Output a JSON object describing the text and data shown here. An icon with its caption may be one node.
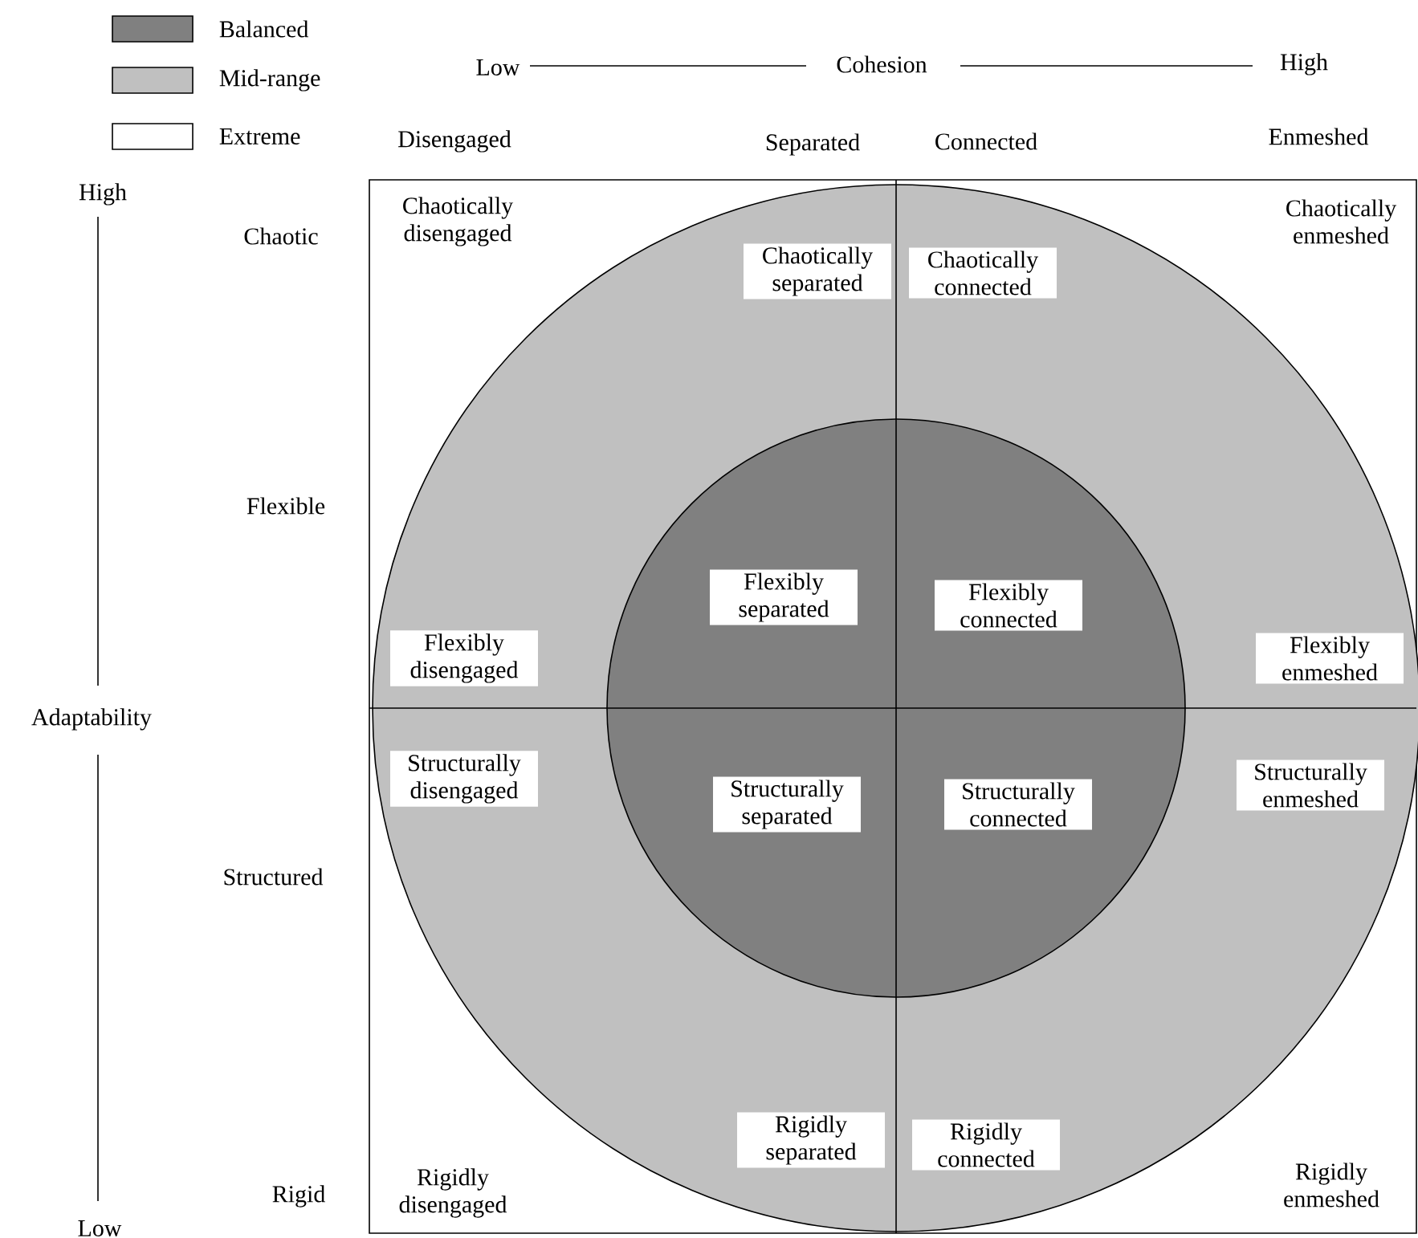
{
  "diagram": {
    "nodes": [
      {
        "text": [
          "Chaotically disengaged"
        ]
      },
      {
        "text": [
          "Chaotically separated"
        ]
      },
      {
        "text": [
          "Chaotically connected"
        ]
      },
      {
        "text": [
          "Chaotically enmeshed"
        ]
      },
      {
        "text": [
          "Flexibly separated"
        ]
      },
      {
        "text": [
          "Flexibly connected"
        ]
      },
      {
        "text": [
          "Flexibly disengaged"
        ]
      },
      {
        "text": [
          "Flexibly enmeshed"
        ]
      },
      {
        "text": [
          "Structurally disengaged"
        ]
      },
      {
        "text": [
          "Structurally separated"
        ]
      },
      {
        "text": [
          "Structurally connected"
        ]
      },
      {
        "text": [
          "Structurally enmeshed"
        ]
      },
      {
        "text": [
          "Rigidly separated"
        ]
      },
      {
        "text": [
          "Rigidly connected"
        ]
      },
      {
        "text": [
          "Rigidly disengaged"
        ]
      },
      {
        "text": [
          "Rigidly enmeshed"
        ]
      }
    ],
    "labels": [
      "Low",
      "Cohesion",
      "High",
      "Disengaged",
      "Separated",
      "Connected",
      "Enmeshed",
      "High",
      "Chaotic",
      "Flexible",
      "Adaptability",
      "Structured",
      "Rigid",
      "Low"
    ],
    "legend": [
      {
        "text": "Balanced",
        "color": "#808080"
      },
      {
        "text": "Mid-range",
        "color": "#c0c0c0"
      },
      {
        "text": "Extreme"
      }
    ]
  }
}
